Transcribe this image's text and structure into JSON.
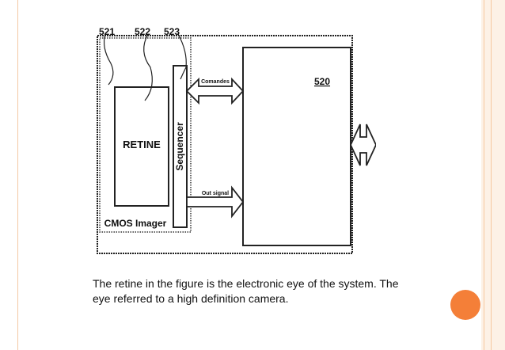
{
  "diagram": {
    "ref_521": "521",
    "ref_522": "522",
    "ref_523": "523",
    "ref_520": "520",
    "retine_label": "RETINE",
    "sequencer_label": "Sequencer",
    "cmos_label": "CMOS Imager",
    "comandes_label": "Comandes",
    "out_signal_label": "Out signal"
  },
  "caption": {
    "line1": "The retine in the figure is the electronic eye of the system. The",
    "line2": "eye referred to a high definition camera."
  },
  "colors": {
    "accent": "#f47f38",
    "border_line": "#f4c9a4",
    "band": "#fdf1e6"
  }
}
